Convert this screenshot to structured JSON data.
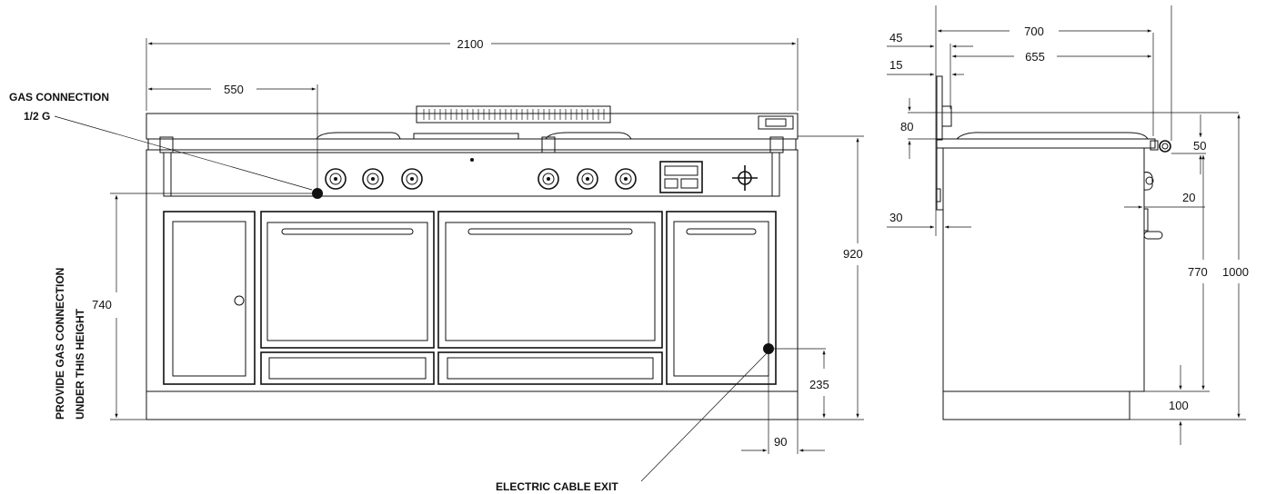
{
  "front_view": {
    "overall_width": "2100",
    "gas_offset": "550",
    "gas_connection_label": "GAS CONNECTION",
    "gas_thread_label": "1/2 G",
    "provide_label_line1": "PROVIDE GAS CONNECTION",
    "provide_label_line2": "UNDER THIS HEIGHT",
    "gas_height": "740",
    "overall_height": "920",
    "cable_height": "235",
    "cable_offset": "90",
    "cable_label": "ELECTRIC CABLE EXIT"
  },
  "side_view": {
    "overall_depth": "700",
    "body_depth": "655",
    "rear_offset_45": "45",
    "rear_offset_15": "15",
    "backsplash_height": "80",
    "knob_projection": "50",
    "handle_projection": "20",
    "rear_gap": "30",
    "worktop_height": "770",
    "total_height": "1000",
    "plinth_height": "100"
  }
}
